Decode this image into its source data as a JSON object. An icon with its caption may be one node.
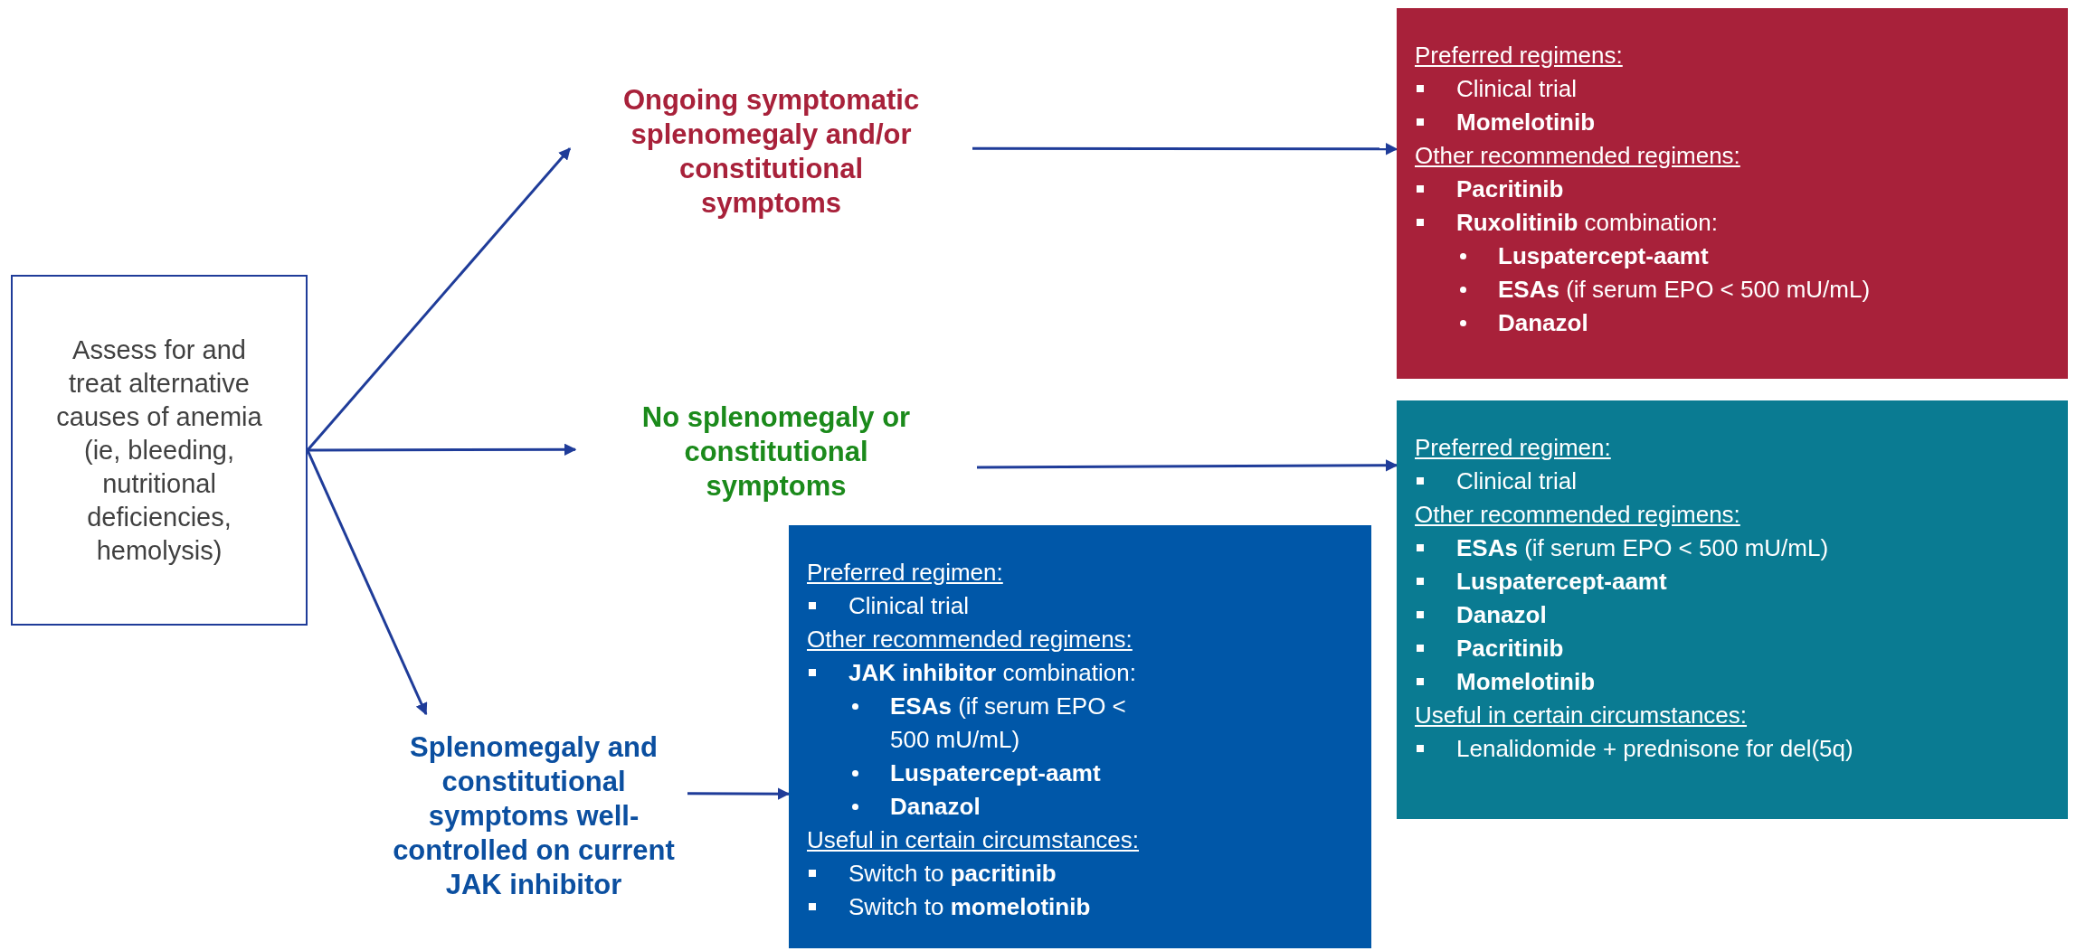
{
  "diagram": {
    "nodes": [
      {
        "text": [
          "Assess for and treat alternative causes of anemia (ie, bleeding, nutritional deficiencies, hemolysis)"
        ]
      },
      {
        "text": [
          "Ongoing symptomatic splenomegaly and/or constitutional symptoms"
        ]
      },
      {
        "text": [
          "No splenomegaly or constitutional symptoms"
        ]
      },
      {
        "text": [
          "Splenomegaly and constitutional symptoms well-controlled on current JAK inhibitor"
        ]
      },
      {
        "text": [
          "Preferred regimens:",
          "Clinical trial",
          "Momelotinib",
          "Other recommended regimens:",
          "Pacritinib",
          "**Ruxolitinib** combination:",
          "Luspatercept-aamt",
          "**ESAs** (if serum EPO < 500 mU/mL)",
          "Danazol"
        ]
      },
      {
        "text": [
          "Preferred regimen:",
          "Clinical trial",
          "Other recommended regimens:",
          "**ESAs** (if serum EPO < 500 mU/mL)",
          "Luspatercept-aamt",
          "Danazol",
          "Pacritinib",
          "Momelotinib",
          "Useful in certain circumstances:",
          "Lenalidomide + prednisone for del(5q)"
        ]
      },
      {
        "text": [
          "Preferred regimen:",
          "Clinical trial",
          "Other recommended regimens:",
          "**JAK inhibitor** combination:",
          "**ESAs** (if serum EPO < 500 mU/mL)",
          "Luspatercept-aamt",
          "Danazol",
          "Useful in certain circumstances:",
          "Switch to **pacritinib**",
          "Switch to **momelotinib**"
        ]
      }
    ],
    "edges": [
      {
        "from": 0,
        "to": 1,
        "arrow": "to"
      },
      {
        "from": 0,
        "to": 2,
        "arrow": "to"
      },
      {
        "from": 0,
        "to": 3,
        "arrow": "to"
      },
      {
        "from": 1,
        "to": 4,
        "arrow": "to"
      },
      {
        "from": 2,
        "to": 5,
        "arrow": "to"
      },
      {
        "from": 3,
        "to": 6,
        "arrow": "to"
      }
    ]
  }
}
